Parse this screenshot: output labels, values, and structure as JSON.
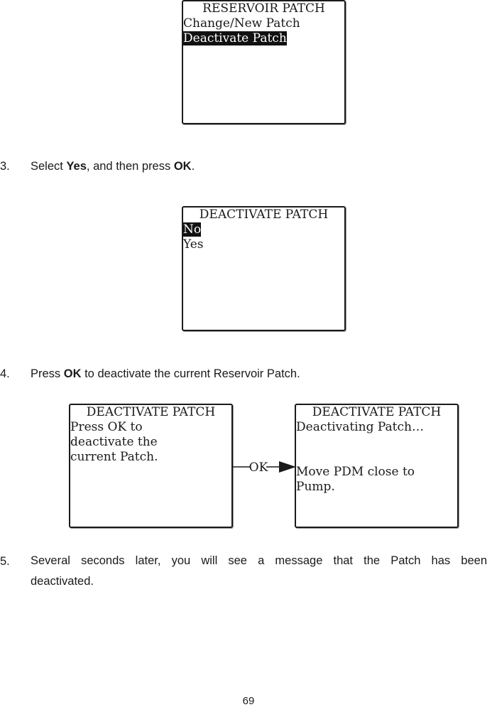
{
  "screens": {
    "reservoir_patch": {
      "title": "RESERVOIR PATCH",
      "items": [
        "Change/New Patch",
        "Deactivate Patch"
      ]
    },
    "deactivate_confirm": {
      "title": "DEACTIVATE PATCH",
      "items": [
        "No",
        "Yes"
      ]
    },
    "deactivate_prompt": {
      "title": "DEACTIVATE PATCH",
      "lines": [
        "Press OK to",
        "deactivate the",
        "current Patch."
      ]
    },
    "deactivating": {
      "title": "DEACTIVATE PATCH",
      "status": "Deactivating Patch…",
      "lines": [
        "Move PDM close to",
        "Pump."
      ]
    }
  },
  "arrow_label": "OK",
  "steps": {
    "s3": {
      "num": "3.",
      "pre": "Select ",
      "b1": "Yes",
      "mid": ", and then press ",
      "b2": "OK",
      "post": "."
    },
    "s4": {
      "num": "4.",
      "pre": "Press ",
      "b1": "OK",
      "post": " to deactivate the current Reservoir Patch."
    },
    "s5": {
      "num": "5.",
      "text": "Several seconds later, you will see a message that the Patch has been deactivated."
    }
  },
  "page_number": "69"
}
